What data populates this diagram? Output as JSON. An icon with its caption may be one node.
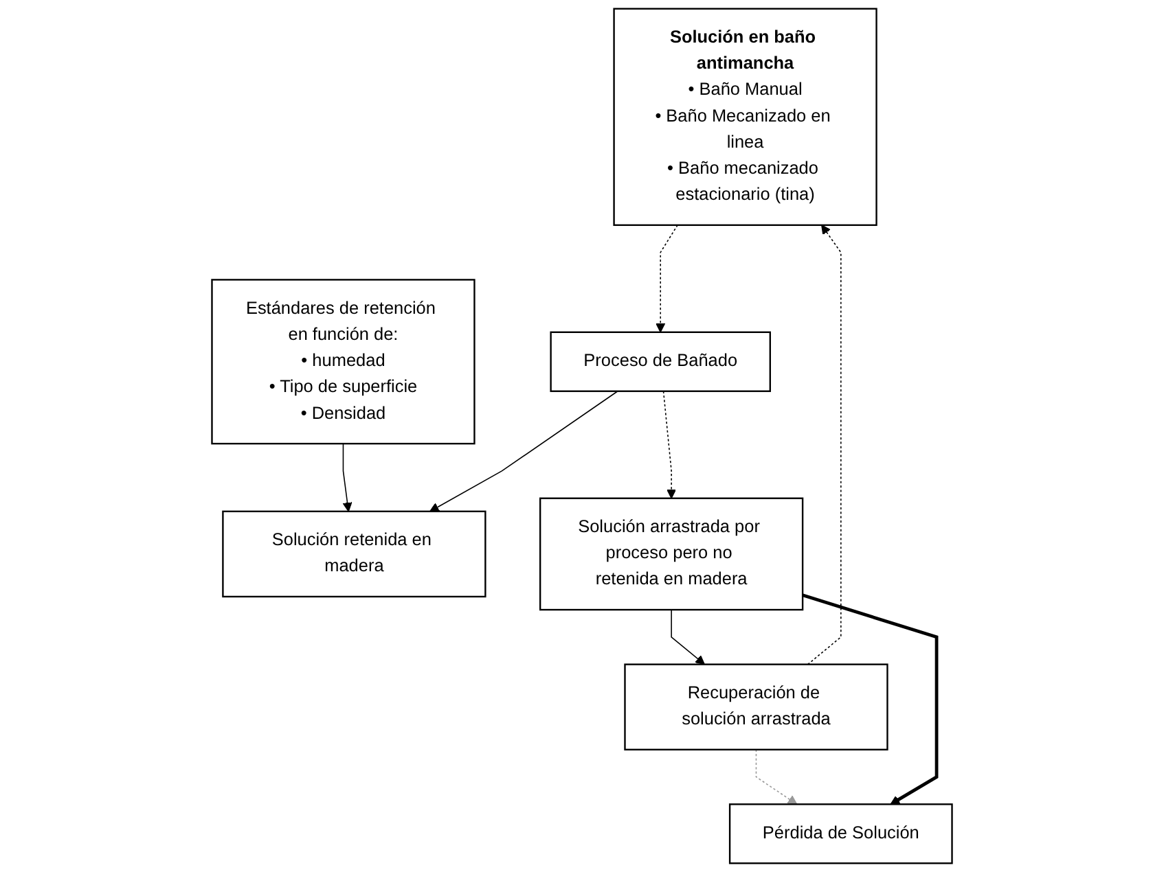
{
  "diagram": {
    "nodes": [
      {
        "text": [
          "Solución en baño antimancha",
          "• Baño Manual",
          "• Baño Mecanizado en linea",
          "• Baño mecanizado estacionario (tina)"
        ]
      },
      {
        "text": [
          "Estándares de retención en función de:",
          "• humedad",
          "• Tipo de superficie",
          "• Densidad"
        ]
      },
      {
        "text": [
          "Proceso de Bañado"
        ]
      },
      {
        "text": [
          "Solución retenida en madera"
        ]
      },
      {
        "text": [
          "Recuperación de solución arrastrada"
        ]
      },
      {
        "text": [
          "Solución arrastrada por proceso pero no retenida en madera"
        ]
      },
      {
        "text": [
          "Pérdida de Solución"
        ]
      }
    ],
    "edges": [
      {
        "from": 0,
        "to": 2,
        "arrow": "to",
        "style": "dashed"
      },
      {
        "from": 1,
        "to": 3,
        "arrow": "to"
      },
      {
        "from": 2,
        "to": 3,
        "arrow": "to"
      },
      {
        "from": 2,
        "to": 5,
        "arrow": "to",
        "style": "dashed"
      },
      {
        "from": 5,
        "to": 4,
        "arrow": "to"
      },
      {
        "from": 4,
        "to": 0,
        "arrow": "to",
        "style": "dashed"
      },
      {
        "from": 4,
        "to": 6,
        "arrow": "to",
        "style": "dashed",
        "color": "#999999"
      },
      {
        "from": 5,
        "to": 6,
        "arrow": "to",
        "style": "thick"
      }
    ]
  }
}
